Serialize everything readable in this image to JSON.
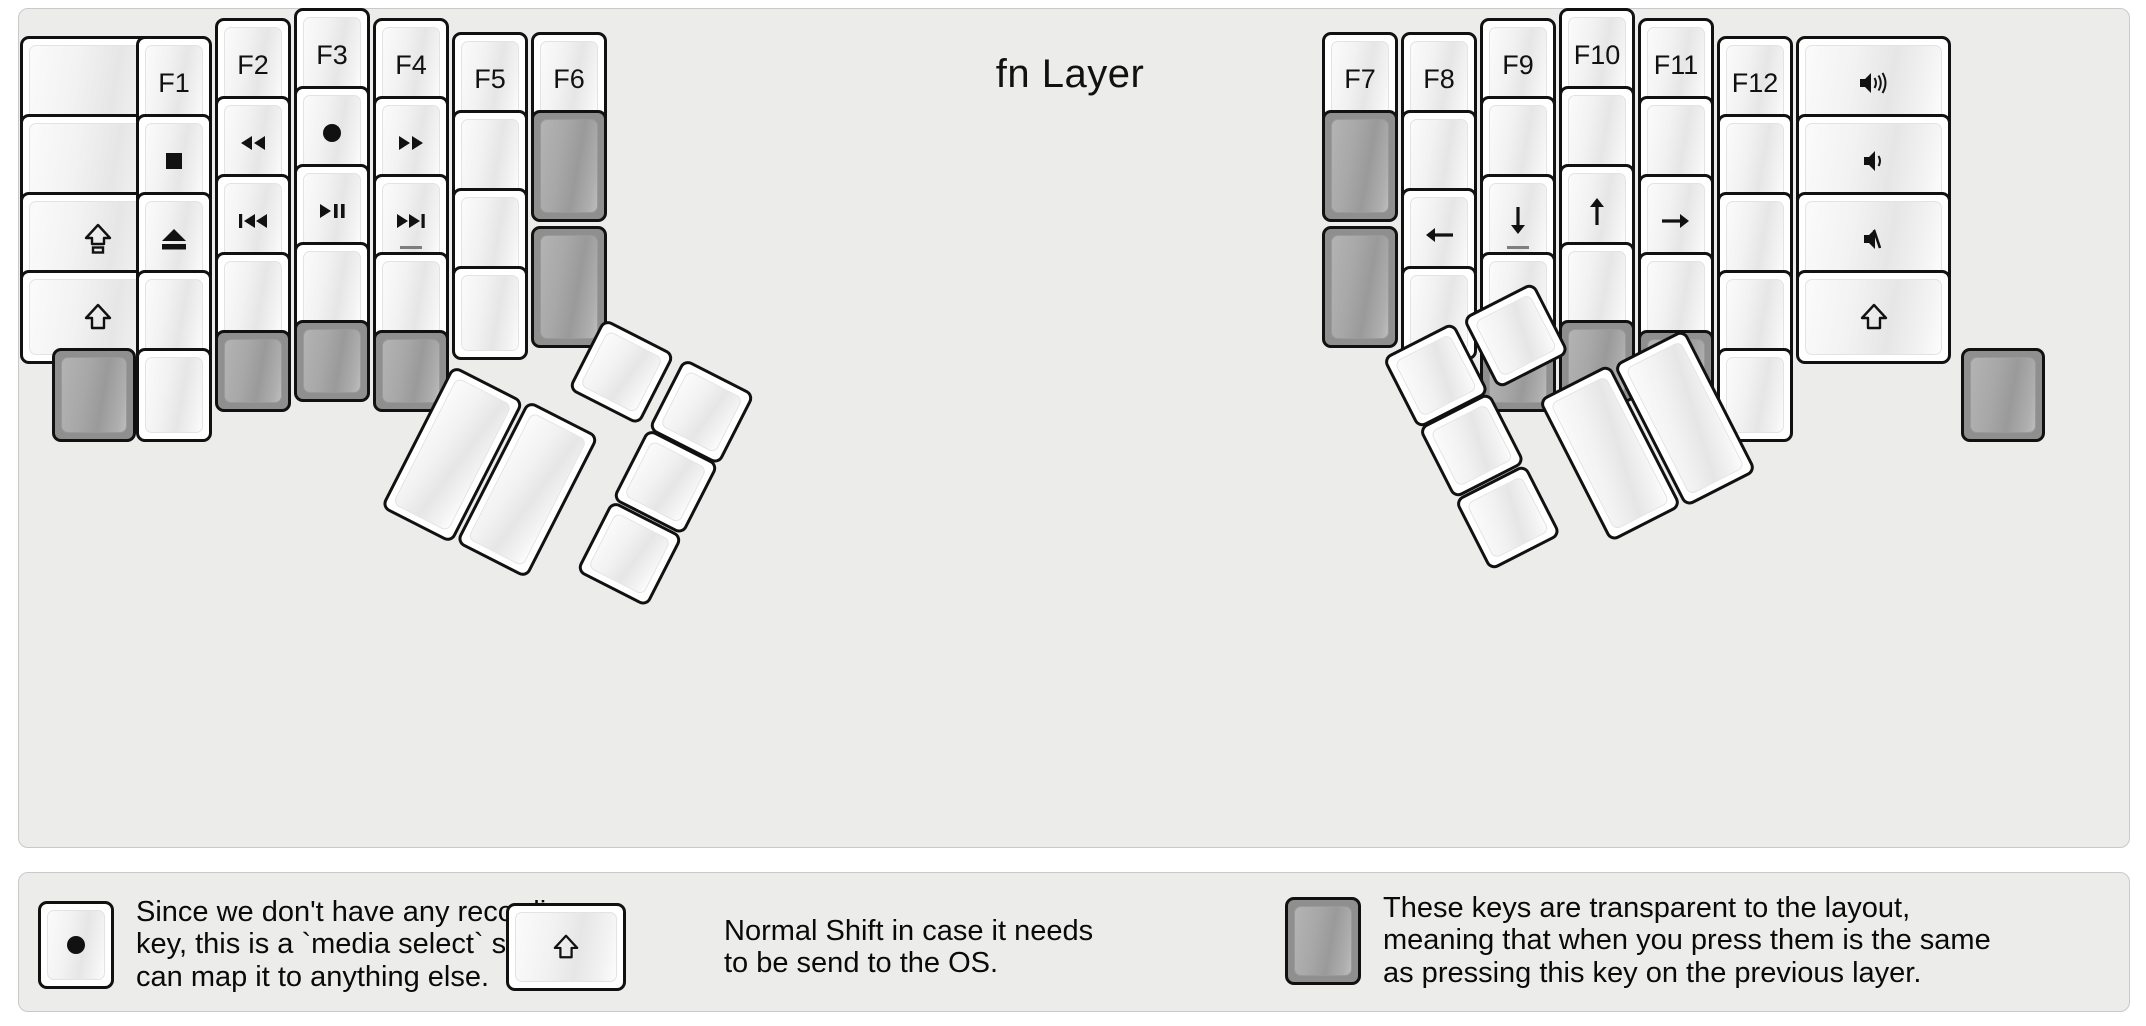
{
  "page": {
    "title": "fn Layer",
    "background": "#ececeb",
    "key_fill": "#ffffff",
    "key_border": "#111111",
    "transparent_fill": "#8f8f8f"
  },
  "left_half": {
    "name": "left-key-matrix",
    "columns": [
      {
        "name": "col-pinky-outer",
        "keys": [
          {
            "label": "",
            "glyph": "",
            "transparent": false
          },
          {
            "label": "",
            "glyph": "",
            "transparent": false
          },
          {
            "label": "",
            "glyph": "caps-lock-icon",
            "transparent": false
          },
          {
            "label": "",
            "glyph": "shift-icon",
            "transparent": false
          },
          {
            "label": "",
            "glyph": "",
            "transparent": true
          }
        ]
      },
      {
        "name": "col-pinky",
        "keys": [
          {
            "label": "F1",
            "glyph": "",
            "transparent": false
          },
          {
            "label": "",
            "glyph": "media-stop-icon",
            "transparent": false
          },
          {
            "label": "",
            "glyph": "media-eject-icon",
            "transparent": false
          },
          {
            "label": "",
            "glyph": "",
            "transparent": false
          },
          {
            "label": "",
            "glyph": "",
            "transparent": false
          }
        ]
      },
      {
        "name": "col-ring",
        "keys": [
          {
            "label": "F2",
            "glyph": "",
            "transparent": false
          },
          {
            "label": "",
            "glyph": "media-rewind-icon",
            "transparent": false
          },
          {
            "label": "",
            "glyph": "media-prev-track-icon",
            "transparent": false
          },
          {
            "label": "",
            "glyph": "",
            "transparent": false
          },
          {
            "label": "",
            "glyph": "",
            "transparent": true
          }
        ]
      },
      {
        "name": "col-middle",
        "keys": [
          {
            "label": "F3",
            "glyph": "",
            "transparent": false
          },
          {
            "label": "",
            "glyph": "media-record-icon",
            "transparent": false
          },
          {
            "label": "",
            "glyph": "media-play-pause-icon",
            "transparent": false
          },
          {
            "label": "",
            "glyph": "",
            "transparent": false
          },
          {
            "label": "",
            "glyph": "",
            "transparent": true
          }
        ]
      },
      {
        "name": "col-index",
        "keys": [
          {
            "label": "F4",
            "glyph": "",
            "transparent": false
          },
          {
            "label": "",
            "glyph": "media-fast-forward-icon",
            "transparent": false
          },
          {
            "label": "",
            "glyph": "media-next-track-icon",
            "transparent": false,
            "homing": true
          },
          {
            "label": "",
            "glyph": "",
            "transparent": false
          },
          {
            "label": "",
            "glyph": "",
            "transparent": true
          }
        ]
      },
      {
        "name": "col-index-inner",
        "keys": [
          {
            "label": "F5",
            "glyph": "",
            "transparent": false
          },
          {
            "label": "",
            "glyph": "",
            "transparent": false
          },
          {
            "label": "",
            "glyph": "",
            "transparent": false
          },
          {
            "label": "",
            "glyph": "",
            "transparent": false
          }
        ]
      },
      {
        "name": "col-inner",
        "keys": [
          {
            "label": "F6",
            "glyph": "",
            "transparent": false
          },
          {
            "label": "",
            "glyph": "",
            "transparent": true
          },
          {
            "label": "",
            "glyph": "",
            "transparent": true
          }
        ]
      }
    ]
  },
  "right_half": {
    "name": "right-key-matrix",
    "columns": [
      {
        "name": "col-inner",
        "keys": [
          {
            "label": "F7",
            "glyph": "",
            "transparent": false
          },
          {
            "label": "",
            "glyph": "",
            "transparent": true
          },
          {
            "label": "",
            "glyph": "",
            "transparent": true
          }
        ]
      },
      {
        "name": "col-index-inner",
        "keys": [
          {
            "label": "F8",
            "glyph": "",
            "transparent": false
          },
          {
            "label": "",
            "glyph": "",
            "transparent": false
          },
          {
            "label": "",
            "glyph": "arrow-left-icon",
            "transparent": false
          },
          {
            "label": "",
            "glyph": "",
            "transparent": false
          }
        ]
      },
      {
        "name": "col-index",
        "keys": [
          {
            "label": "F9",
            "glyph": "",
            "transparent": false
          },
          {
            "label": "",
            "glyph": "",
            "transparent": false
          },
          {
            "label": "",
            "glyph": "arrow-down-icon",
            "transparent": false,
            "homing": true
          },
          {
            "label": "",
            "glyph": "",
            "transparent": false
          },
          {
            "label": "",
            "glyph": "",
            "transparent": true
          }
        ]
      },
      {
        "name": "col-middle",
        "keys": [
          {
            "label": "F10",
            "glyph": "",
            "transparent": false
          },
          {
            "label": "",
            "glyph": "",
            "transparent": false
          },
          {
            "label": "",
            "glyph": "arrow-up-icon",
            "transparent": false
          },
          {
            "label": "",
            "glyph": "",
            "transparent": false
          },
          {
            "label": "",
            "glyph": "",
            "transparent": true
          }
        ]
      },
      {
        "name": "col-ring",
        "keys": [
          {
            "label": "F11",
            "glyph": "",
            "transparent": false
          },
          {
            "label": "",
            "glyph": "",
            "transparent": false
          },
          {
            "label": "",
            "glyph": "arrow-right-icon",
            "transparent": false
          },
          {
            "label": "",
            "glyph": "",
            "transparent": false
          },
          {
            "label": "",
            "glyph": "",
            "transparent": true
          }
        ]
      },
      {
        "name": "col-pinky",
        "keys": [
          {
            "label": "F12",
            "glyph": "",
            "transparent": false
          },
          {
            "label": "",
            "glyph": "",
            "transparent": false
          },
          {
            "label": "",
            "glyph": "",
            "transparent": false
          },
          {
            "label": "",
            "glyph": "",
            "transparent": false
          },
          {
            "label": "",
            "glyph": "",
            "transparent": false
          }
        ]
      },
      {
        "name": "col-pinky-outer",
        "keys": [
          {
            "label": "",
            "glyph": "volume-up-icon",
            "transparent": false
          },
          {
            "label": "",
            "glyph": "volume-down-icon",
            "transparent": false
          },
          {
            "label": "",
            "glyph": "volume-mute-icon",
            "transparent": false
          },
          {
            "label": "",
            "glyph": "shift-icon",
            "transparent": false
          },
          {
            "label": "",
            "glyph": "",
            "transparent": true
          }
        ]
      }
    ]
  },
  "left_thumb_cluster": {
    "name": "left-thumb-cluster",
    "keys": [
      {
        "name": "thumb-key-1u-a",
        "label": "",
        "size": "1u"
      },
      {
        "name": "thumb-key-1u-b",
        "label": "",
        "size": "1u"
      },
      {
        "name": "thumb-key-1u-c",
        "label": "",
        "size": "1u"
      },
      {
        "name": "thumb-key-1u-d",
        "label": "",
        "size": "1u"
      },
      {
        "name": "thumb-key-2u-a",
        "label": "",
        "size": "2u"
      },
      {
        "name": "thumb-key-2u-b",
        "label": "",
        "size": "2u"
      }
    ]
  },
  "right_thumb_cluster": {
    "name": "right-thumb-cluster",
    "keys": [
      {
        "name": "thumb-key-1u-a",
        "label": "",
        "size": "1u"
      },
      {
        "name": "thumb-key-1u-b",
        "label": "",
        "size": "1u"
      },
      {
        "name": "thumb-key-1u-c",
        "label": "",
        "size": "1u"
      },
      {
        "name": "thumb-key-1u-d",
        "label": "",
        "size": "1u"
      },
      {
        "name": "thumb-key-2u-a",
        "label": "",
        "size": "2u"
      },
      {
        "name": "thumb-key-2u-b",
        "label": "",
        "size": "2u"
      }
    ]
  },
  "legend": {
    "items": [
      {
        "name": "legend-media-select",
        "icon": "media-record-icon",
        "transparent": false,
        "text": "Since we don't have any recording\nkey, this is a `media select` so user\ncan map it to anything else."
      },
      {
        "name": "legend-normal-shift",
        "icon": "shift-icon",
        "transparent": false,
        "text": "Normal Shift in case it needs\nto be send to the OS."
      },
      {
        "name": "legend-transparent-key",
        "icon": "",
        "transparent": true,
        "text": "These keys are transparent to the layout,\nmeaning that when you press them is the same\nas pressing this key on the previous layer."
      }
    ]
  }
}
